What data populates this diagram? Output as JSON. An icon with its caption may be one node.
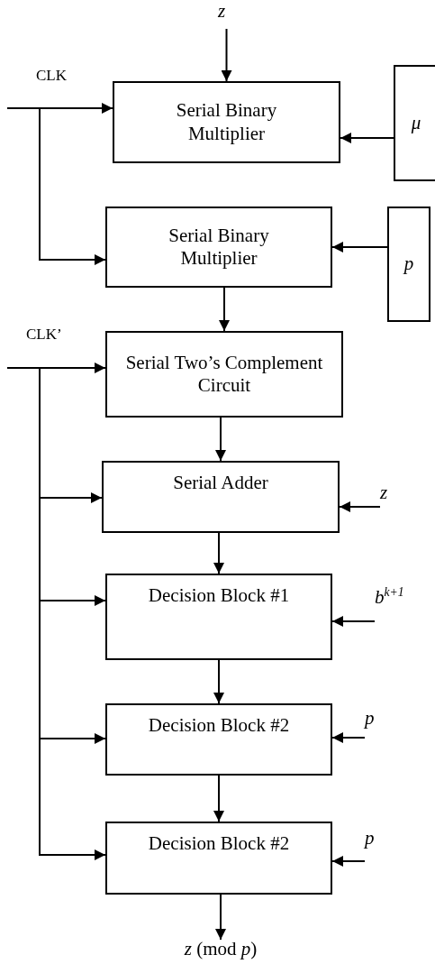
{
  "diagram": {
    "nodes": [
      {
        "text": [
          "z"
        ]
      },
      {
        "text": [
          "Serial Binary Multiplier"
        ]
      },
      {
        "text": [
          "μ"
        ]
      },
      {
        "text": [
          "Serial Binary Multiplier"
        ]
      },
      {
        "text": [
          "p"
        ]
      },
      {
        "text": [
          "Serial Two’s Complement Circuit"
        ]
      },
      {
        "text": [
          "Serial Adder"
        ]
      },
      {
        "text": [
          "z"
        ]
      },
      {
        "text": [
          "Decision Block #1"
        ]
      },
      {
        "text": [
          "b$^{k+1}$"
        ]
      },
      {
        "text": [
          "Decision Block #2"
        ]
      },
      {
        "text": [
          "p"
        ]
      },
      {
        "text": [
          "Decision Block #2"
        ]
      },
      {
        "text": [
          "p"
        ]
      },
      {
        "text": [
          "*z* (mod  *p*)"
        ]
      }
    ],
    "edges": [
      {
        "from": 0,
        "to": 1,
        "arrow": "to"
      },
      {
        "from": null,
        "to": 1,
        "arrow": "to",
        "label": "CLK"
      },
      {
        "from": 2,
        "to": 1,
        "arrow": "to"
      },
      {
        "from": null,
        "to": 3,
        "arrow": "to"
      },
      {
        "from": 4,
        "to": 3,
        "arrow": "to"
      },
      {
        "from": 3,
        "to": 5,
        "arrow": "to"
      },
      {
        "from": null,
        "to": 5,
        "arrow": "to",
        "label": "CLK’"
      },
      {
        "from": 5,
        "to": 6,
        "arrow": "to"
      },
      {
        "from": null,
        "to": 6,
        "arrow": "to"
      },
      {
        "from": 7,
        "to": 6,
        "arrow": "to"
      },
      {
        "from": 6,
        "to": 8,
        "arrow": "to"
      },
      {
        "from": null,
        "to": 8,
        "arrow": "to"
      },
      {
        "from": 9,
        "to": 8,
        "arrow": "to"
      },
      {
        "from": 8,
        "to": 10,
        "arrow": "to"
      },
      {
        "from": null,
        "to": 10,
        "arrow": "to"
      },
      {
        "from": 11,
        "to": 10,
        "arrow": "to"
      },
      {
        "from": 10,
        "to": 12,
        "arrow": "to"
      },
      {
        "from": null,
        "to": 12,
        "arrow": "to"
      },
      {
        "from": 13,
        "to": 12,
        "arrow": "to"
      },
      {
        "from": 12,
        "to": 14,
        "arrow": "to"
      }
    ]
  }
}
